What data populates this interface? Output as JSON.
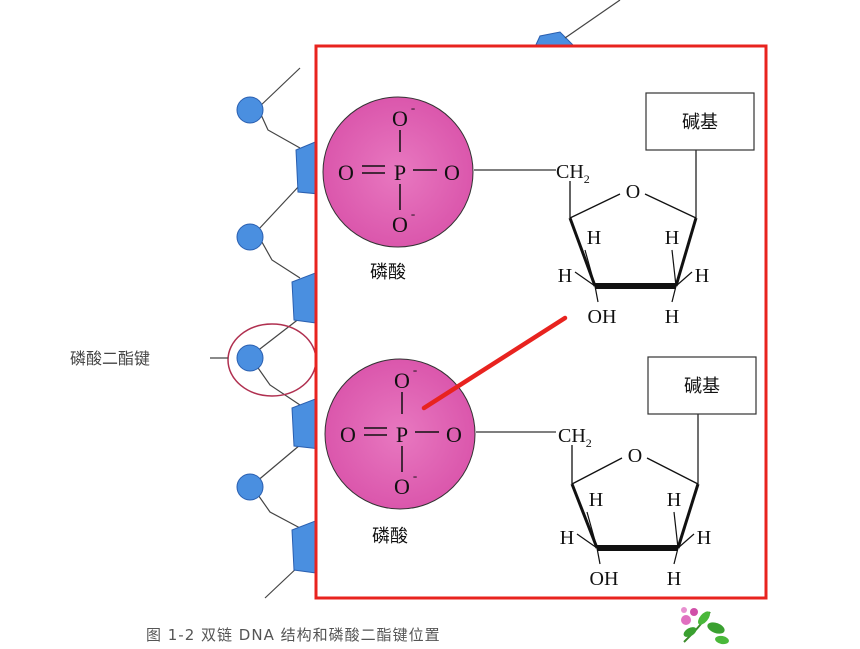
{
  "left_panel": {
    "bond_label": "磷酸二酯键",
    "caption": "图 1-2   双链 DNA 结构和磷酸二酯键位置"
  },
  "units": [
    {
      "phosphate": {
        "top": "O",
        "left": "O",
        "center": "P",
        "right": "O",
        "bottom": "O",
        "charge": "-",
        "label": "磷酸"
      },
      "sugar": {
        "ch2": "CH",
        "sub": "2",
        "ring_o": "O",
        "h_in_left": "H",
        "h_in_right": "H",
        "h_out_left": "H",
        "h_out_right": "H",
        "oh": "OH",
        "h_bottom": "H"
      },
      "base_label": "碱基"
    },
    {
      "phosphate": {
        "top": "O",
        "left": "O",
        "center": "P",
        "right": "O",
        "bottom": "O",
        "charge": "-",
        "label": "磷酸"
      },
      "sugar": {
        "ch2": "CH",
        "sub": "2",
        "ring_o": "O",
        "h_in_left": "H",
        "h_in_right": "H",
        "h_out_left": "H",
        "h_out_right": "H",
        "oh": "OH",
        "h_bottom": "H"
      },
      "base_label": "碱基"
    }
  ],
  "colors": {
    "frame": "#e8231f",
    "phosphate_fill": "#e060b0",
    "bond_line": "#e8231f",
    "backbone_blue": "#4a8fe0",
    "bond_circle": "#b03050"
  },
  "decor_icon": "flower-sprig-icon"
}
